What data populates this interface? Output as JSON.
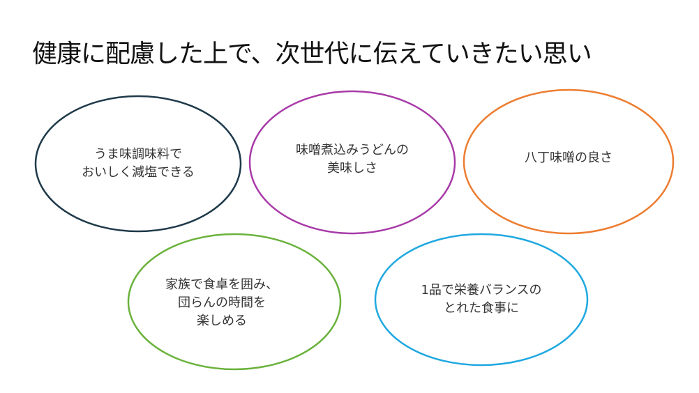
{
  "title": "健康に配慮した上で、次世代に伝えていきたい思い",
  "ellipses": [
    {
      "lines": [
        "うま味調味料で",
        "おいしく減塩できる"
      ],
      "color": "#1f3a4a"
    },
    {
      "lines": [
        "味噌煮込みうどんの",
        "美味しさ"
      ],
      "color": "#a83aa8"
    },
    {
      "lines": [
        "八丁味噌の良さ"
      ],
      "color": "#ed7d31"
    },
    {
      "lines": [
        "家族で食卓を囲み、",
        "団らんの時間を",
        "楽しめる"
      ],
      "color": "#6ab23c"
    },
    {
      "lines": [
        "1品で栄養バランスの",
        "とれた食事に"
      ],
      "color": "#1fa8e0"
    }
  ]
}
